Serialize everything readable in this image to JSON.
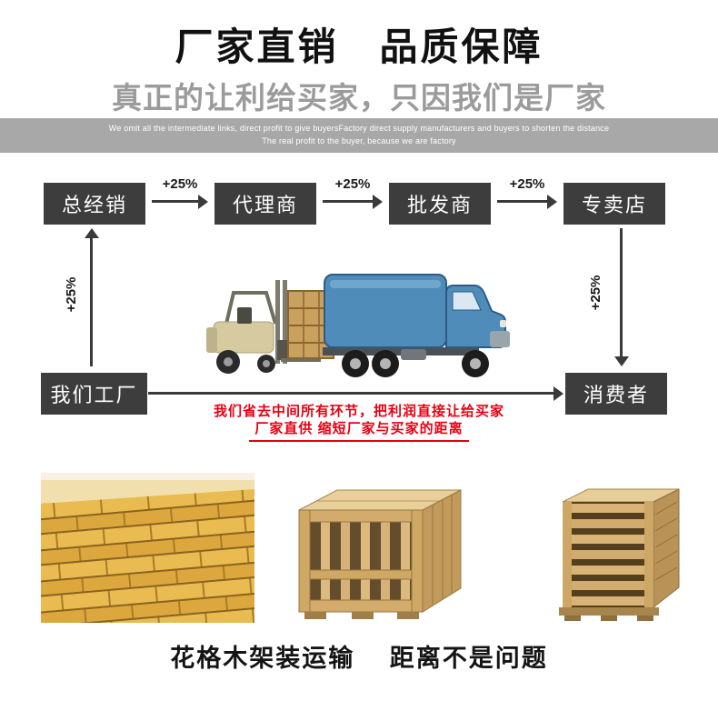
{
  "header": {
    "title": "厂家直销　品质保障",
    "subtitle": "真正的让利给买家，只因我们是厂家",
    "banner_line1": "We omit all the intermediate links, direct profit to give buyersFactory direct supply manufacturers and buyers to shorten the distance",
    "banner_line2": "The real profit to the buyer, because we are factory"
  },
  "flow": {
    "top_nodes": [
      "总经销",
      "代理商",
      "批发商",
      "专卖店"
    ],
    "factory_node": "我们工厂",
    "consumer_node": "消费者",
    "increment_label": "+25%",
    "note_line1": "我们省去中间所有环节，把利润直接让给买家",
    "note_line2": "厂家直供 缩短厂家与买家的距离"
  },
  "gallery": {
    "caption": "花格木架装运输　 距离不是问题"
  },
  "colors": {
    "node_background": "#3d3d3d",
    "banner_background": "#a8a8a8",
    "note_red": "#e60012",
    "truck_blue": "#4f8cba",
    "wood_tan": "#d9b276"
  }
}
